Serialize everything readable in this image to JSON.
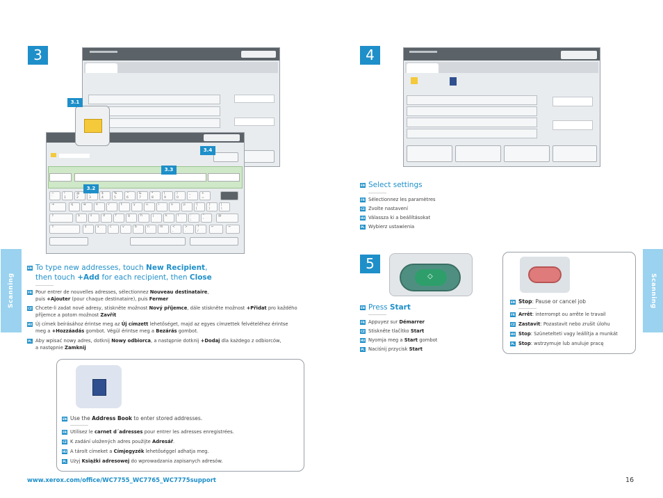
{
  "steps": {
    "s3": "3",
    "s4": "4",
    "s5": "5"
  },
  "callouts": {
    "c31": "3.1",
    "c32": "3.2",
    "c33": "3.3",
    "c34": "3.4"
  },
  "sidetab": "Scanning",
  "lang_codes": {
    "en": "EN",
    "fr": "FR",
    "cz": "CZ",
    "hu": "HU",
    "pl": "PL"
  },
  "step3": {
    "heading_pre": "To type new addresses, touch ",
    "heading_b1": "New Recipient",
    "heading_mid": ",",
    "heading_line2_pre": "then touch ",
    "heading_b2": "+Add",
    "heading_line2_mid": " for each recipient, then ",
    "heading_b3": "Close",
    "fr1_a": "Pour entrer de nouvelles adresses, sélectionnez ",
    "fr1_b": "Nouveau destinataire",
    "fr1_c": ",",
    "fr2_a": "puis ",
    "fr2_b": "+Ajouter",
    "fr2_c": " (pour chaque destinataire), puis ",
    "fr2_d": "Fermer",
    "cz1_a": "Chcete-li zadat nové adresy, stiskněte možnost ",
    "cz1_b": "Nový příjemce",
    "cz1_c": ", dále stiskněte možnost ",
    "cz1_d": "+Přidat",
    "cz1_e": " pro každého",
    "cz2_a": "příjemce a potom možnost ",
    "cz2_b": "Zavřít",
    "hu1_a": "Új címek beírásához érintse meg az ",
    "hu1_b": "Új címzett",
    "hu1_c": " lehetőséget, majd az egyes címzettek felvételéhez érintse",
    "hu2_a": "meg a ",
    "hu2_b": "+Hozzáadás",
    "hu2_c": " gombot. Végül érintse meg a ",
    "hu2_d": "Bezárás",
    "hu2_e": " gombot.",
    "pl1_a": "Aby wpisać nowy adres, dotknij ",
    "pl1_b": "Nowy odbiorca",
    "pl1_c": ", a następnie dotknij ",
    "pl1_d": "+Dodaj",
    "pl1_e": " dla każdego z odbiorców,",
    "pl2_a": "a następnie ",
    "pl2_b": "Zamknij"
  },
  "addressbook": {
    "en_a": "Use the ",
    "en_b": "Address Book",
    "en_c": " to enter stored addresses.",
    "fr_a": "Utilisez le ",
    "fr_b": "carnet d´adresses",
    "fr_c": " pour entrer les adresses enregistrées.",
    "cz_a": "K zadání uložených adres použijte ",
    "cz_b": "Adresář",
    "cz_c": ".",
    "hu_a": "A tárolt címeket a ",
    "hu_b": "Címjegyzék",
    "hu_c": " lehetőséggel adhatja meg.",
    "pl_a": "Użyj ",
    "pl_b": "Książki adresowej",
    "pl_c": " do wprowadzania zapisanych adresów."
  },
  "step4": {
    "heading": "Select settings",
    "fr": "Sélectionnez les paramètres",
    "cz": "Zvolte nastavení",
    "hu": "Válassza ki a beállításokat",
    "pl": "Wybierz ustawienia"
  },
  "step5": {
    "heading_a": "Press ",
    "heading_b": "Start",
    "fr_a": "Appuyez sur ",
    "fr_b": "Démarrer",
    "cz_a": "Stiskněte tlačítko ",
    "cz_b": "Start",
    "hu_a": "Nyomja meg a ",
    "hu_b": "Start",
    "hu_c": " gombot",
    "pl_a": "Naciśnij przycisk ",
    "pl_b": "Start"
  },
  "stop": {
    "en_a": "Stop",
    "en_b": ": Pause or cancel job",
    "fr_a": "Arrêt",
    "fr_b": ": interrompt ou arrête le travail",
    "cz_a": "Zastavit",
    "cz_b": ": Pozastavit nebo zrušit úlohu",
    "hu_a": "Stop",
    "hu_b": ": Szünetelteti vagy leállítja a munkát",
    "pl_a": "Stop",
    "pl_b": ": wstrzymuje lub anuluje pracę"
  },
  "footer": {
    "url": "www.xerox.com/office/WC7755_WC7765_WC7775support",
    "page": "16"
  },
  "colors": {
    "accent": "#1e8fc9",
    "tab": "#9ad2ef",
    "start_green": "#2e9f6b",
    "stop_red": "#e07b7b"
  }
}
